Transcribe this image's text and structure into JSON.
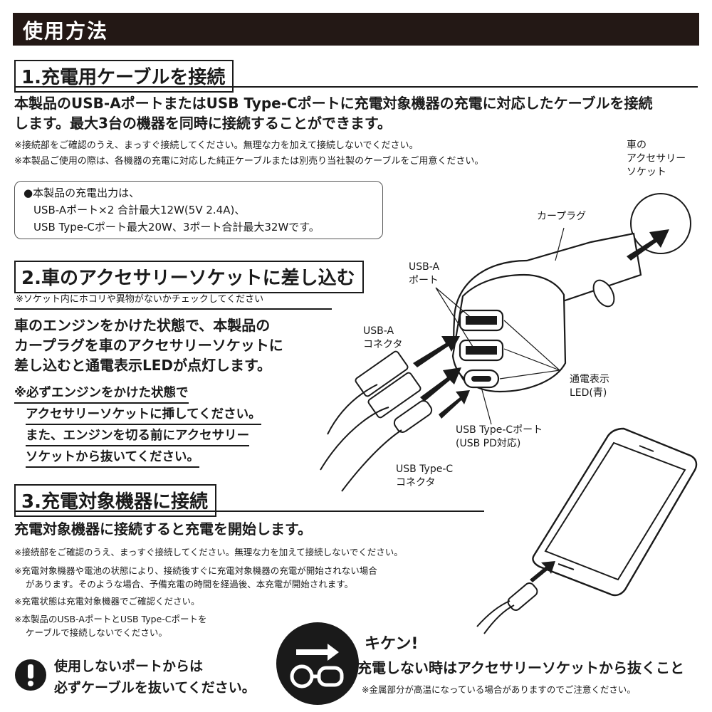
{
  "header": {
    "title": "使用方法"
  },
  "section1": {
    "title": "1.充電用ケーブルを接続",
    "lead": [
      "本製品のUSB-AポートまたはUSB Type-Cポートに充電対象機器の充電に対応したケーブルを接続",
      "します。最大3台の機器を同時に接続することができます。"
    ],
    "notes": [
      "※接続部をご確認のうえ、まっすぐ接続してください。無理な力を加えて接続しないでください。",
      "※本製品ご使用の際は、各機器の充電に対応した純正ケーブルまたは別売り当社製のケーブルをご用意ください。"
    ],
    "spec": [
      "●本製品の充電出力は、",
      "USB-Aポート×2 合計最大12W(5V 2.4A)、",
      "USB Type-Cポート最大20W、3ポート合計最大32Wです。"
    ]
  },
  "section2": {
    "title": "2.車のアクセサリーソケットに差し込む",
    "subtitle": "※ソケット内にホコリや異物がないかチェックしてください",
    "lead": [
      "車のエンジンをかけた状態で、本製品の",
      "カープラグを車のアクセサリーソケットに",
      "差し込むと通電表示LEDが点灯します。"
    ],
    "warnings": [
      "※必ずエンジンをかけた状態で",
      "アクセサリーソケットに挿してください。",
      "また、エンジンを切る前にアクセサリー",
      "ソケットから抜いてください。"
    ]
  },
  "section3": {
    "title": "3.充電対象機器に接続",
    "lead": "充電対象機器に接続すると充電を開始します。",
    "notes": [
      "※接続部をご確認のうえ、まっすぐ接続してください。無理な力を加えて接続しないでください。",
      "※充電対象機器や電池の状態により、接続後すぐに充電対象機器の充電が開始されない場合",
      "があります。そのような場合、予備充電の時間を経過後、本充電が開始されます。",
      "※充電状態は充電対象機器でご確認ください。",
      "※本製品のUSB-AポートとUSB Type-Cポートを",
      "ケーブルで接続しないでください。"
    ]
  },
  "diagram": {
    "socket_label": [
      "車の",
      "アクセサリー",
      "ソケット"
    ],
    "car_plug_label": "カープラグ",
    "usba_port_label": [
      "USB-A",
      "ポート"
    ],
    "usba_connector_label": [
      "USB-A",
      "コネクタ"
    ],
    "led_label": [
      "通電表示",
      "LED(青)"
    ],
    "typec_port_label": [
      "USB Type-Cポート",
      "(USB PD対応)"
    ],
    "typec_connector_label": [
      "USB Type-C",
      "コネクタ"
    ]
  },
  "bottom_warning": {
    "lines": [
      "使用しないポートからは",
      "必ずケーブルを抜いてください。"
    ]
  },
  "kiken": {
    "title": "キケン!",
    "main": "充電しない時はアクセサリーソケットから抜くこと",
    "note": "※金属部分が高温になっている場合がありますのでご注意ください。"
  },
  "colors": {
    "ink": "#1a1a1a",
    "header_bg": "#231815",
    "white": "#ffffff"
  }
}
